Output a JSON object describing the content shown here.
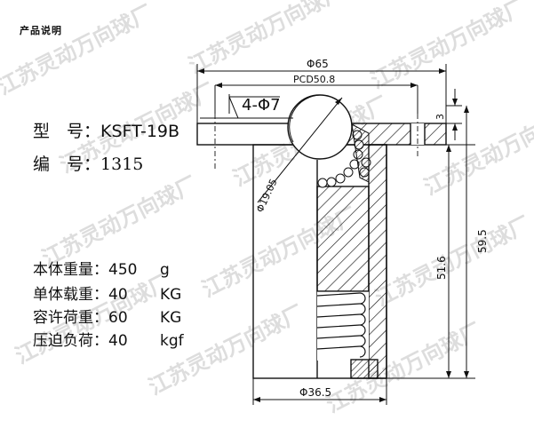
{
  "header": {
    "title": "产品说明"
  },
  "specs": {
    "model": {
      "label": "型　号：",
      "value": "KSFT-19B"
    },
    "code": {
      "label": "编　号：",
      "value": "1315"
    },
    "weight": {
      "label": "本体重量：",
      "value": "450",
      "unit": "g"
    },
    "single_load": {
      "label": "单体载重：",
      "value": "40",
      "unit": "KG"
    },
    "allow_load": {
      "label": "容许荷重：",
      "value": "60",
      "unit": "KG"
    },
    "press_load": {
      "label": "压迫负荷：",
      "value": "40",
      "unit": "kgf"
    }
  },
  "drawing": {
    "flange_diameter": "Φ65",
    "pcd": "PCD50.8",
    "holes": "4-Φ7",
    "ball_diameter": "Φ19.05",
    "flange_thickness": "3",
    "total_height": "59.5",
    "body_height": "51.6",
    "body_diameter": "Φ36.5"
  },
  "watermark": "江苏灵动万向球厂"
}
